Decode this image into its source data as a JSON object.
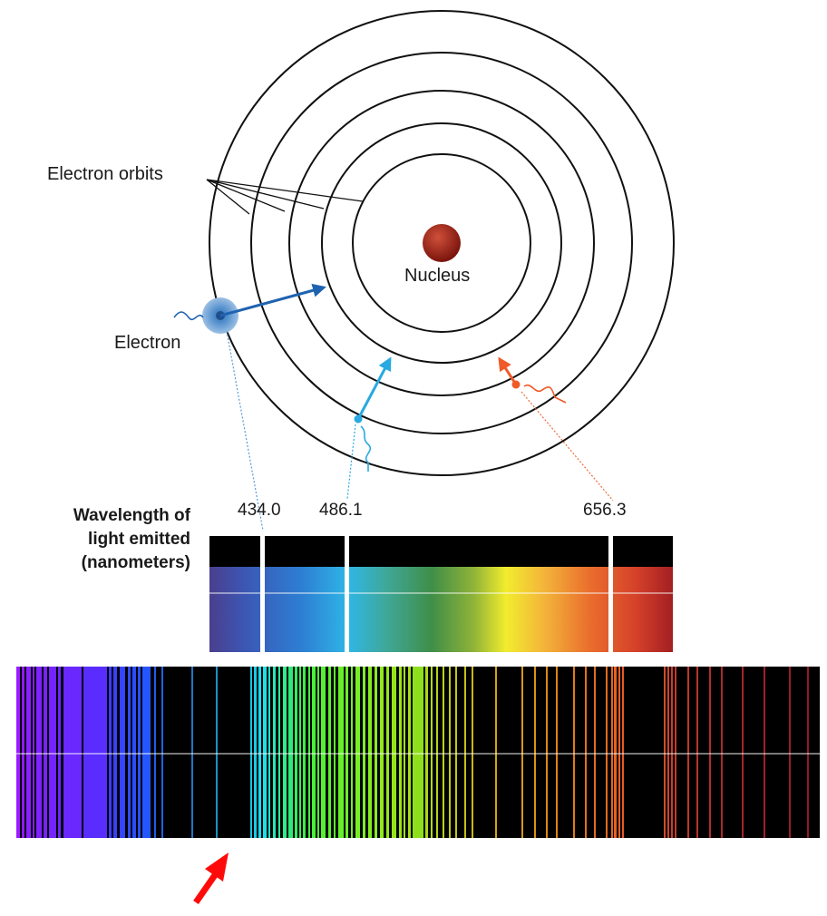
{
  "labels": {
    "orbits": "Electron orbits",
    "nucleus": "Nucleus",
    "electron": "Electron",
    "wavelength_lines": [
      "Wavelength of",
      "light emitted",
      "(nanometers)"
    ]
  },
  "emission_lines": [
    {
      "value": "434.0",
      "color": "#5a9ad6"
    },
    {
      "value": "486.1",
      "color": "#29a9e1"
    },
    {
      "value": "656.3",
      "color": "#ef6b3a"
    }
  ],
  "colors": {
    "nucleus": "#8b1a12",
    "electron": "#4a86c5",
    "arrow_dark_blue": "#1f63b0",
    "arrow_light_blue": "#29a9e1",
    "arrow_orange": "#ef5a28",
    "pointer_arrow": "#ff0a0a",
    "spectrum_background": "#000000"
  }
}
